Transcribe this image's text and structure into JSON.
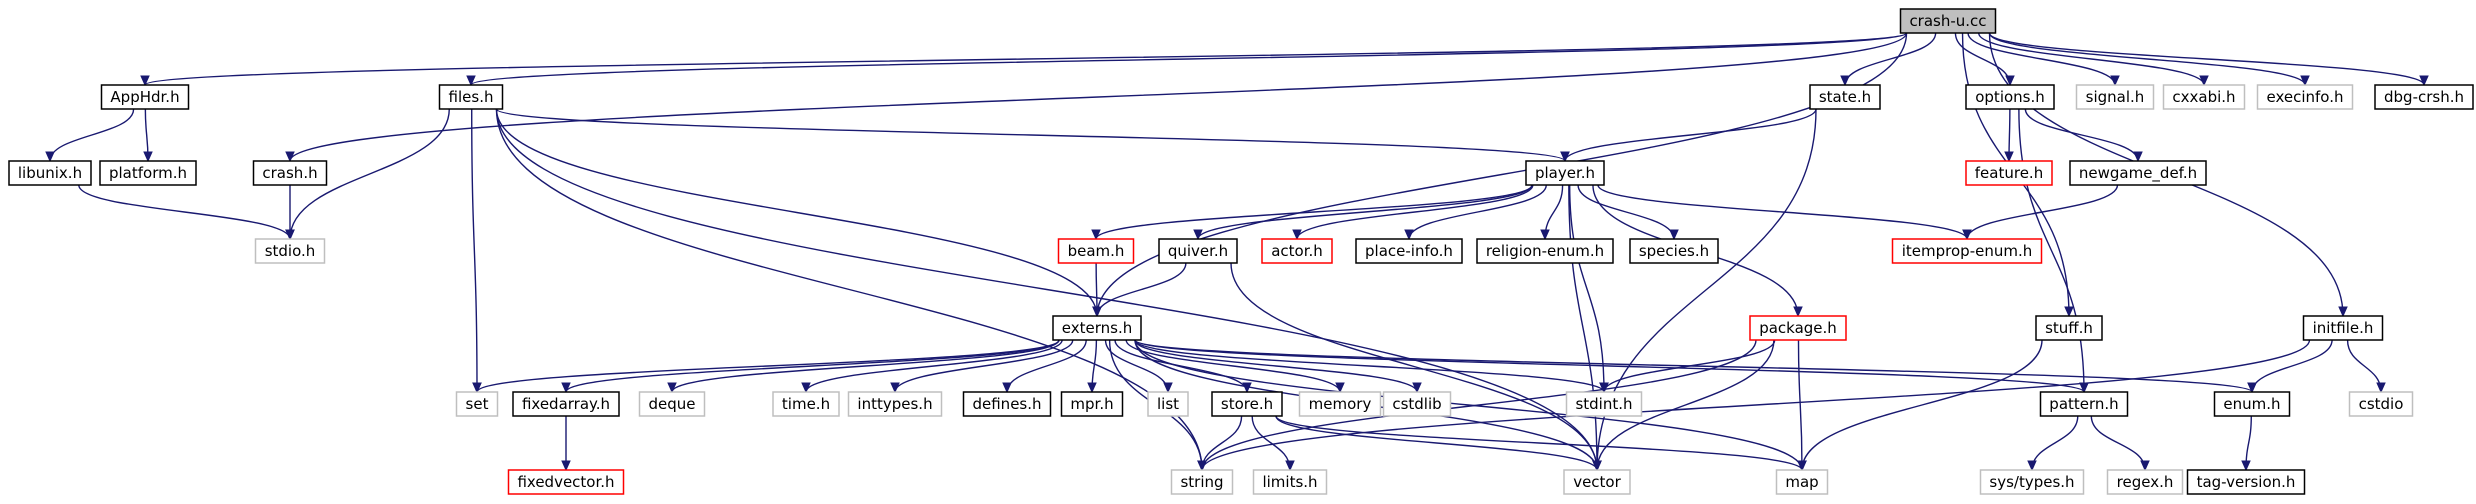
{
  "graph": {
    "colors": {
      "root_fill": "#bfbfbf",
      "node_fill": "#ffffff",
      "border_black": "#000000",
      "border_red": "#ff0000",
      "border_gray": "#bfbfbf",
      "edge": "#191970"
    },
    "nodes": [
      {
        "id": "crash_u_cc",
        "label": "crash-u.cc",
        "style": "root"
      },
      {
        "id": "apphdr_h",
        "label": "AppHdr.h",
        "style": "black"
      },
      {
        "id": "files_h",
        "label": "files.h",
        "style": "black"
      },
      {
        "id": "state_h",
        "label": "state.h",
        "style": "black"
      },
      {
        "id": "options_h",
        "label": "options.h",
        "style": "black"
      },
      {
        "id": "signal_h",
        "label": "signal.h",
        "style": "gray"
      },
      {
        "id": "cxxabi_h",
        "label": "cxxabi.h",
        "style": "gray"
      },
      {
        "id": "execinfo_h",
        "label": "execinfo.h",
        "style": "gray"
      },
      {
        "id": "dbg_crsh_h",
        "label": "dbg-crsh.h",
        "style": "black"
      },
      {
        "id": "libunix_h",
        "label": "libunix.h",
        "style": "black"
      },
      {
        "id": "platform_h",
        "label": "platform.h",
        "style": "black"
      },
      {
        "id": "crash_h",
        "label": "crash.h",
        "style": "black"
      },
      {
        "id": "stdio_h",
        "label": "stdio.h",
        "style": "gray"
      },
      {
        "id": "player_h",
        "label": "player.h",
        "style": "black"
      },
      {
        "id": "feature_h",
        "label": "feature.h",
        "style": "red"
      },
      {
        "id": "newgame_def_h",
        "label": "newgame_def.h",
        "style": "black"
      },
      {
        "id": "beam_h",
        "label": "beam.h",
        "style": "red"
      },
      {
        "id": "quiver_h",
        "label": "quiver.h",
        "style": "black"
      },
      {
        "id": "actor_h",
        "label": "actor.h",
        "style": "red"
      },
      {
        "id": "place_info_h",
        "label": "place-info.h",
        "style": "black"
      },
      {
        "id": "religion_enum_h",
        "label": "religion-enum.h",
        "style": "black"
      },
      {
        "id": "species_h",
        "label": "species.h",
        "style": "black"
      },
      {
        "id": "itemprop_enum_h",
        "label": "itemprop-enum.h",
        "style": "red"
      },
      {
        "id": "externs_h",
        "label": "externs.h",
        "style": "black"
      },
      {
        "id": "package_h",
        "label": "package.h",
        "style": "red"
      },
      {
        "id": "stuff_h",
        "label": "stuff.h",
        "style": "black"
      },
      {
        "id": "initfile_h",
        "label": "initfile.h",
        "style": "black"
      },
      {
        "id": "set",
        "label": "set",
        "style": "gray"
      },
      {
        "id": "fixedarray_h",
        "label": "fixedarray.h",
        "style": "black"
      },
      {
        "id": "deque",
        "label": "deque",
        "style": "gray"
      },
      {
        "id": "time_h",
        "label": "time.h",
        "style": "gray"
      },
      {
        "id": "inttypes_h",
        "label": "inttypes.h",
        "style": "gray"
      },
      {
        "id": "defines_h",
        "label": "defines.h",
        "style": "black"
      },
      {
        "id": "mpr_h",
        "label": "mpr.h",
        "style": "black"
      },
      {
        "id": "list",
        "label": "list",
        "style": "gray"
      },
      {
        "id": "store_h",
        "label": "store.h",
        "style": "black"
      },
      {
        "id": "memory",
        "label": "memory",
        "style": "gray"
      },
      {
        "id": "cstdlib",
        "label": "cstdlib",
        "style": "gray"
      },
      {
        "id": "stdint_h",
        "label": "stdint.h",
        "style": "gray"
      },
      {
        "id": "pattern_h",
        "label": "pattern.h",
        "style": "black"
      },
      {
        "id": "enum_h",
        "label": "enum.h",
        "style": "black"
      },
      {
        "id": "cstdio",
        "label": "cstdio",
        "style": "gray"
      },
      {
        "id": "fixedvector_h",
        "label": "fixedvector.h",
        "style": "red"
      },
      {
        "id": "string",
        "label": "string",
        "style": "gray"
      },
      {
        "id": "limits_h",
        "label": "limits.h",
        "style": "gray"
      },
      {
        "id": "vector",
        "label": "vector",
        "style": "gray"
      },
      {
        "id": "map",
        "label": "map",
        "style": "gray"
      },
      {
        "id": "sys_types_h",
        "label": "sys/types.h",
        "style": "gray"
      },
      {
        "id": "regex_h",
        "label": "regex.h",
        "style": "gray"
      },
      {
        "id": "tag_version_h",
        "label": "tag-version.h",
        "style": "black"
      }
    ],
    "edges": [
      [
        "crash_u_cc",
        "apphdr_h"
      ],
      [
        "crash_u_cc",
        "crash_h"
      ],
      [
        "crash_u_cc",
        "files_h"
      ],
      [
        "crash_u_cc",
        "externs_h"
      ],
      [
        "crash_u_cc",
        "state_h"
      ],
      [
        "crash_u_cc",
        "options_h"
      ],
      [
        "crash_u_cc",
        "stuff_h"
      ],
      [
        "crash_u_cc",
        "initfile_h"
      ],
      [
        "crash_u_cc",
        "signal_h"
      ],
      [
        "crash_u_cc",
        "cxxabi_h"
      ],
      [
        "crash_u_cc",
        "execinfo_h"
      ],
      [
        "crash_u_cc",
        "dbg_crsh_h"
      ],
      [
        "apphdr_h",
        "libunix_h"
      ],
      [
        "apphdr_h",
        "platform_h"
      ],
      [
        "libunix_h",
        "stdio_h"
      ],
      [
        "crash_h",
        "stdio_h"
      ],
      [
        "files_h",
        "stdio_h"
      ],
      [
        "files_h",
        "player_h"
      ],
      [
        "files_h",
        "externs_h"
      ],
      [
        "files_h",
        "set"
      ],
      [
        "files_h",
        "string"
      ],
      [
        "files_h",
        "vector"
      ],
      [
        "state_h",
        "player_h"
      ],
      [
        "state_h",
        "vector"
      ],
      [
        "options_h",
        "feature_h"
      ],
      [
        "options_h",
        "newgame_def_h"
      ],
      [
        "options_h",
        "pattern_h"
      ],
      [
        "newgame_def_h",
        "itemprop_enum_h"
      ],
      [
        "player_h",
        "beam_h"
      ],
      [
        "player_h",
        "quiver_h"
      ],
      [
        "player_h",
        "actor_h"
      ],
      [
        "player_h",
        "place_info_h"
      ],
      [
        "player_h",
        "religion_enum_h"
      ],
      [
        "player_h",
        "species_h"
      ],
      [
        "player_h",
        "itemprop_enum_h"
      ],
      [
        "player_h",
        "package_h"
      ],
      [
        "player_h",
        "stdint_h"
      ],
      [
        "player_h",
        "vector"
      ],
      [
        "beam_h",
        "externs_h"
      ],
      [
        "quiver_h",
        "externs_h"
      ],
      [
        "quiver_h",
        "vector"
      ],
      [
        "externs_h",
        "set"
      ],
      [
        "externs_h",
        "fixedarray_h"
      ],
      [
        "externs_h",
        "deque"
      ],
      [
        "externs_h",
        "time_h"
      ],
      [
        "externs_h",
        "inttypes_h"
      ],
      [
        "externs_h",
        "defines_h"
      ],
      [
        "externs_h",
        "mpr_h"
      ],
      [
        "externs_h",
        "list"
      ],
      [
        "externs_h",
        "store_h"
      ],
      [
        "externs_h",
        "memory"
      ],
      [
        "externs_h",
        "cstdlib"
      ],
      [
        "externs_h",
        "stdint_h"
      ],
      [
        "externs_h",
        "vector"
      ],
      [
        "externs_h",
        "map"
      ],
      [
        "externs_h",
        "string"
      ],
      [
        "externs_h",
        "pattern_h"
      ],
      [
        "externs_h",
        "enum_h"
      ],
      [
        "fixedarray_h",
        "fixedvector_h"
      ],
      [
        "store_h",
        "string"
      ],
      [
        "store_h",
        "limits_h"
      ],
      [
        "store_h",
        "vector"
      ],
      [
        "store_h",
        "map"
      ],
      [
        "package_h",
        "stdint_h"
      ],
      [
        "package_h",
        "string"
      ],
      [
        "package_h",
        "vector"
      ],
      [
        "package_h",
        "map"
      ],
      [
        "stuff_h",
        "map"
      ],
      [
        "initfile_h",
        "enum_h"
      ],
      [
        "initfile_h",
        "cstdio"
      ],
      [
        "initfile_h",
        "string"
      ],
      [
        "pattern_h",
        "sys_types_h"
      ],
      [
        "pattern_h",
        "regex_h"
      ],
      [
        "enum_h",
        "tag_version_h"
      ]
    ]
  }
}
